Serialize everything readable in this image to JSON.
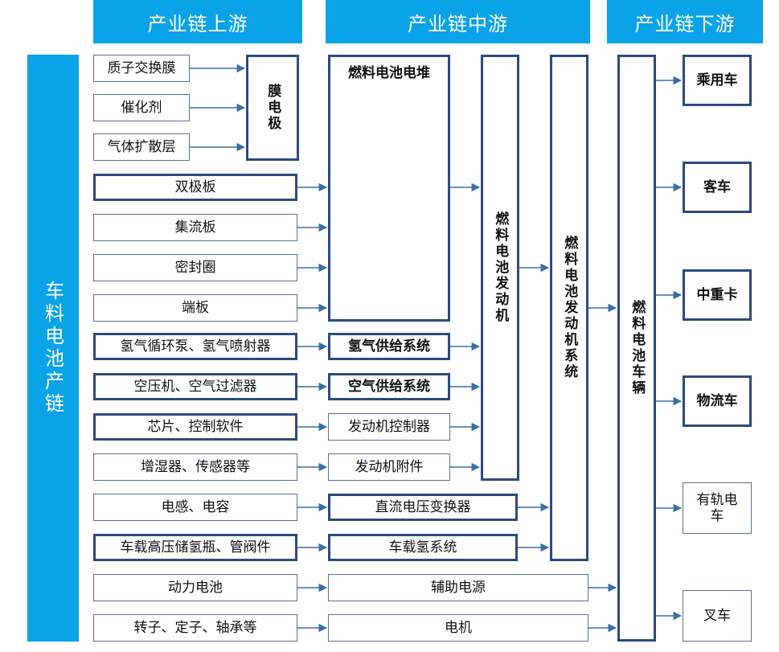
{
  "headers": {
    "upstream": "产业链上游",
    "midstream": "产业链中游",
    "downstream": "产业链下游"
  },
  "side_label": "车料电池产链",
  "upstream": {
    "pem": "质子交换膜",
    "catalyst": "催化剂",
    "gdl": "气体扩散层",
    "mea": "膜电极",
    "bipolar": "双极板",
    "collector": "集流板",
    "seal": "密封圈",
    "endplate": "端板",
    "h2_pump": "氢气循环泵、氢气喷射器",
    "compressor": "空压机、空气过滤器",
    "chip": "芯片、控制软件",
    "humidifier": "增湿器、传感器等",
    "inductor": "电感、电容",
    "tank": "车载高压储氢瓶、管阀件",
    "battery": "动力电池",
    "rotor": "转子、定子、轴承等"
  },
  "midstream": {
    "stack": "燃料电池电堆",
    "h2_supply": "氢气供给系统",
    "air_supply": "空气供给系统",
    "controller": "发动机控制器",
    "accessory": "发动机附件",
    "dcdc": "直流电压变换器",
    "h2_system": "车载氢系统",
    "aux_power": "辅助电源",
    "motor": "电机",
    "engine": "燃料电池发动机",
    "engine_system": "燃料电池发动机系统",
    "vehicle": "燃料电池车辆"
  },
  "downstream": {
    "passenger": "乘用车",
    "bus": "客车",
    "truck": "中重卡",
    "logistics": "物流车",
    "tram": "有轨电车",
    "forklift": "叉车"
  },
  "colors": {
    "header_bg": "#0aa3e8",
    "arrow": "#3a6ea5",
    "thick_border": "#2e4a7d"
  }
}
